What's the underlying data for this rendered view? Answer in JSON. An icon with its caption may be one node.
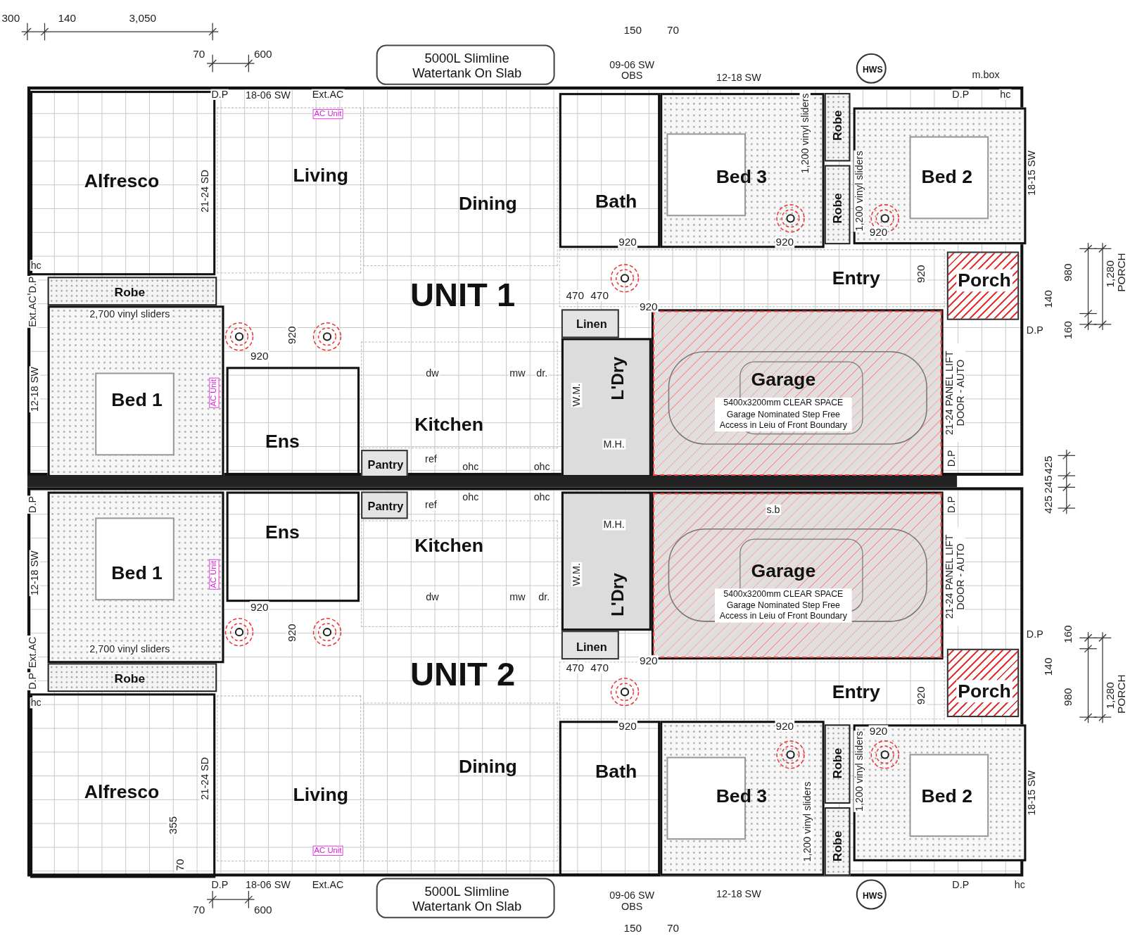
{
  "diagram": {
    "nodes": [
      {
        "text": [
          "5000L Slimline Watertank On Slab"
        ]
      },
      {
        "text": [
          "HWS"
        ]
      },
      {
        "text": [
          "UNIT 1"
        ]
      },
      {
        "text": [
          "Alfresco"
        ],
        "in": 2
      },
      {
        "text": [
          "Living"
        ],
        "in": 2
      },
      {
        "text": [
          "Dining"
        ],
        "in": 2
      },
      {
        "text": [
          "Robe"
        ],
        "in": 2
      },
      {
        "text": [
          "Bed 1"
        ],
        "in": 2
      },
      {
        "text": [
          "Ens"
        ],
        "in": 2
      },
      {
        "text": [
          "Kitchen"
        ],
        "in": 2
      },
      {
        "text": [
          "Pantry"
        ],
        "in": 2
      },
      {
        "text": [
          "Bath"
        ],
        "in": 2
      },
      {
        "text": [
          "Bed 3"
        ],
        "in": 2
      },
      {
        "text": [
          "Robe"
        ],
        "in": 2
      },
      {
        "text": [
          "Robe"
        ],
        "in": 2
      },
      {
        "text": [
          "Bed 2"
        ],
        "in": 2
      },
      {
        "text": [
          "Entry"
        ],
        "in": 2
      },
      {
        "text": [
          "Porch"
        ],
        "in": 2
      },
      {
        "text": [
          "Linen"
        ],
        "in": 2
      },
      {
        "text": [
          "L'Dry"
        ],
        "in": 2
      },
      {
        "text": [
          "Garage",
          "5400x3200mm CLEAR SPACE Garage Nominated Step Free Access in Leiu of Front Boundary"
        ],
        "in": 2
      },
      {
        "text": [
          "UNIT 2"
        ]
      },
      {
        "text": [
          "Alfresco"
        ],
        "in": 21
      },
      {
        "text": [
          "Living"
        ],
        "in": 21
      },
      {
        "text": [
          "Dining"
        ],
        "in": 21
      },
      {
        "text": [
          "Robe"
        ],
        "in": 21
      },
      {
        "text": [
          "Bed 1"
        ],
        "in": 21
      },
      {
        "text": [
          "Ens"
        ],
        "in": 21
      },
      {
        "text": [
          "Kitchen"
        ],
        "in": 21
      },
      {
        "text": [
          "Pantry"
        ],
        "in": 21
      },
      {
        "text": [
          "Bath"
        ],
        "in": 21
      },
      {
        "text": [
          "Bed 3"
        ],
        "in": 21
      },
      {
        "text": [
          "Robe"
        ],
        "in": 21
      },
      {
        "text": [
          "Robe"
        ],
        "in": 21
      },
      {
        "text": [
          "Bed 2"
        ],
        "in": 21
      },
      {
        "text": [
          "Entry"
        ],
        "in": 21
      },
      {
        "text": [
          "Porch"
        ],
        "in": 21
      },
      {
        "text": [
          "Linen"
        ],
        "in": 21
      },
      {
        "text": [
          "L'Dry"
        ],
        "in": 21
      },
      {
        "text": [
          "Garage",
          "5400x3200mm CLEAR SPACE Garage Nominated Step Free Access in Leiu of Front Boundary"
        ],
        "in": 21
      },
      {
        "text": [
          "5000L Slimline Watertank On Slab"
        ]
      },
      {
        "text": [
          "HWS"
        ]
      }
    ],
    "labels": [
      "300",
      "140",
      "3,050",
      "150",
      "70",
      "70",
      "600",
      "09-06 SW OBS",
      "12-18 SW",
      "m.box",
      "D.P",
      "18-06 SW",
      "Ext.AC",
      "D.P",
      "hc",
      "AC Unit",
      "1,200 vinyl sliders",
      "21-24 SD",
      "1,200 vinyl sliders",
      "18-15 SW",
      "920",
      "920",
      "920",
      "hc",
      "920",
      "980",
      "1,280 PORCH",
      "D.P",
      "Ext.AC",
      "2,700 vinyl sliders",
      "470",
      "470",
      "920",
      "140",
      "920",
      "D.P",
      "160",
      "920",
      "dw",
      "mw",
      "dr.",
      "12-18 SW",
      "AC Unit",
      "W.M.",
      "21-24 PANEL LIFT DOOR - AUTO",
      "M.H.",
      "ref",
      "ohc",
      "ohc",
      "D.P",
      "425",
      "245",
      "D.P",
      "ref",
      "ohc",
      "ohc",
      "s.b",
      "D.P",
      "425",
      "M.H.",
      "12-18 SW",
      "AC Unit",
      "W.M.",
      "21-24 PANEL LIFT DOOR - AUTO",
      "920",
      "dw",
      "mw",
      "dr.",
      "920",
      "D.P",
      "160",
      "Ext.AC",
      "2,700 vinyl sliders",
      "470",
      "470",
      "920",
      "140",
      "D.P",
      "920",
      "980",
      "1,280 PORCH",
      "hc",
      "920",
      "920",
      "920",
      "21-24 SD",
      "1,200 vinyl sliders",
      "18-15 SW",
      "355",
      "1,200 vinyl sliders",
      "AC Unit",
      "70",
      "D.P",
      "18-06 SW",
      "Ext.AC",
      "D.P",
      "hc",
      "09-06 SW OBS",
      "12-18 SW",
      "70",
      "600",
      "150",
      "70"
    ]
  }
}
